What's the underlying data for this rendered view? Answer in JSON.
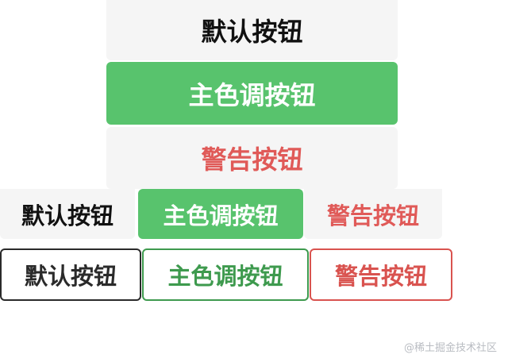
{
  "block_buttons": [
    {
      "label": "默认按钮",
      "variant": "default"
    },
    {
      "label": "主色调按钮",
      "variant": "primary"
    },
    {
      "label": "警告按钮",
      "variant": "warn"
    }
  ],
  "inline_buttons": [
    {
      "label": "默认按钮",
      "variant": "default"
    },
    {
      "label": "主色调按钮",
      "variant": "primary"
    },
    {
      "label": "警告按钮",
      "variant": "warn"
    }
  ],
  "plain_buttons": [
    {
      "label": "默认按钮",
      "variant": "default"
    },
    {
      "label": "主色调按钮",
      "variant": "primary"
    },
    {
      "label": "警告按钮",
      "variant": "warn"
    }
  ],
  "colors": {
    "primary": "#58c36d",
    "warn": "#e05a58",
    "default_bg": "#f5f5f5"
  },
  "watermark": "@稀土掘金技术社区"
}
